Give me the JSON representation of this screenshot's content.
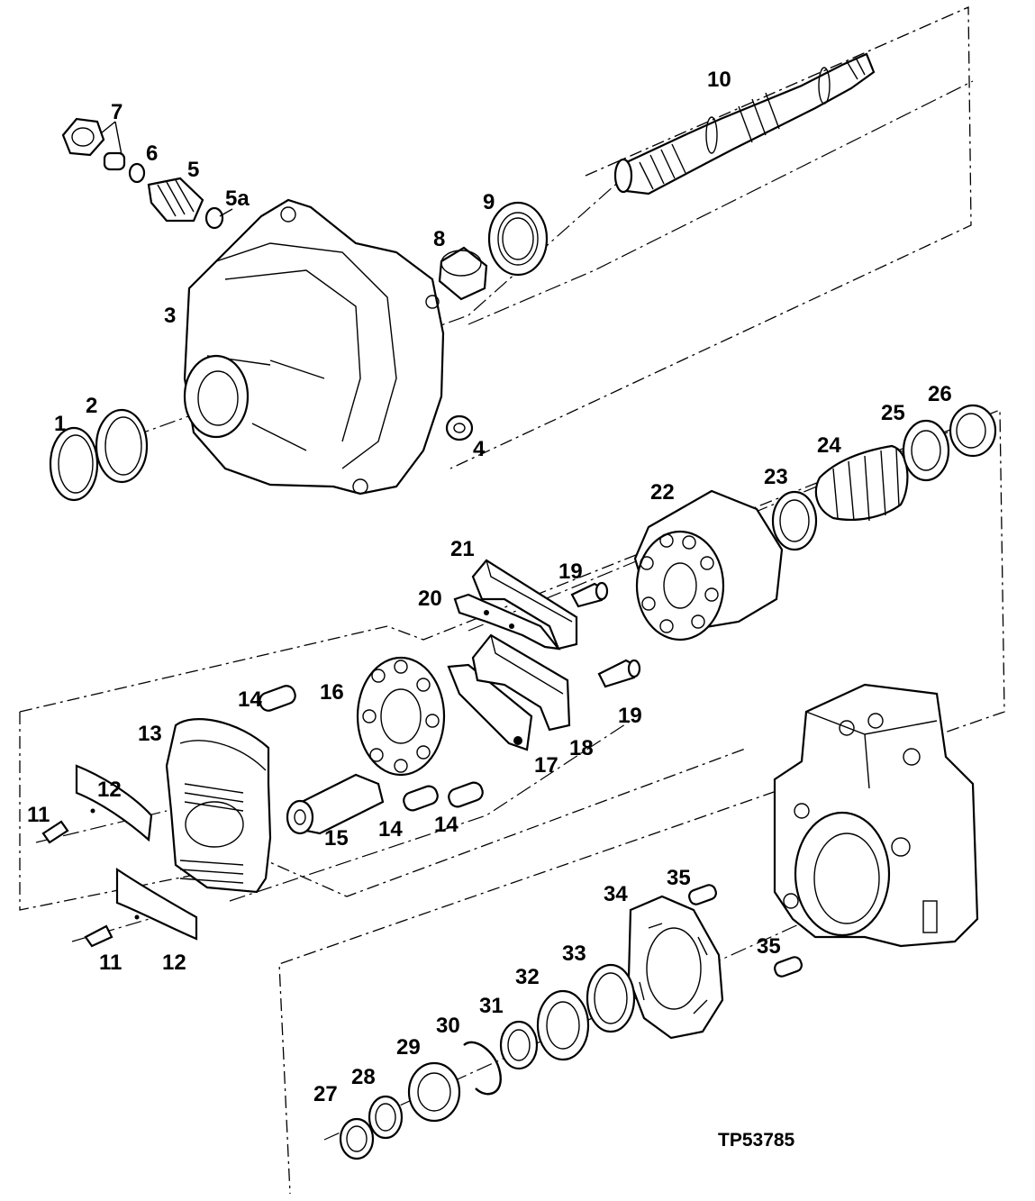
{
  "figure_ref": "TP53785",
  "callouts": [
    "1",
    "2",
    "3",
    "4",
    "5",
    "5a",
    "6",
    "7",
    "8",
    "9",
    "10",
    "11",
    "11",
    "12",
    "12",
    "13",
    "14",
    "14",
    "14",
    "15",
    "16",
    "17",
    "18",
    "19",
    "19",
    "20",
    "21",
    "22",
    "23",
    "24",
    "25",
    "26",
    "27",
    "28",
    "29",
    "30",
    "31",
    "32",
    "33",
    "34",
    "35",
    "35"
  ],
  "colors": {
    "ink": "#000000",
    "paper": "#ffffff"
  }
}
